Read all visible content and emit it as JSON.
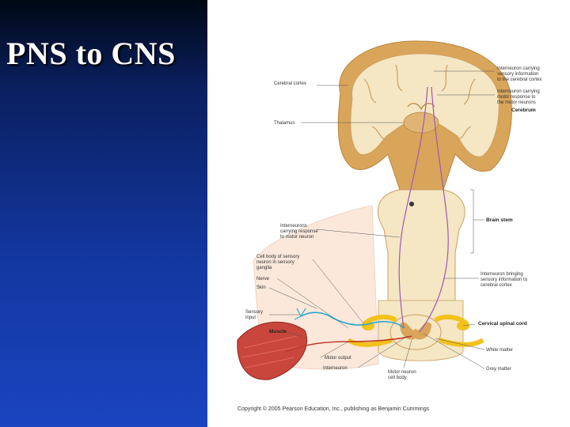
{
  "slide": {
    "title": "PNS to CNS",
    "copyright": "Copyright © 2005 Pearson Education, Inc., publishing as Benjamin Cummings"
  },
  "labels": {
    "cerebral_cortex": "Cerebral cortex",
    "thalamus": "Thalamus",
    "interneuron_sensory_1": "Interneuron carrying",
    "interneuron_sensory_2": "sensory information",
    "interneuron_sensory_3": "to the cerebral cortex",
    "interneuron_motor_1": "Interneuron carrying",
    "interneuron_motor_2": "motor response to",
    "interneuron_motor_3": "the motor neurons",
    "cerebrum": "Cerebrum",
    "brain_stem": "Brain stem",
    "interneurons_motor_1": "Interneurons",
    "interneurons_motor_2": "carrying response",
    "interneurons_motor_3": "to motor neuron",
    "cell_body_1": "Cell body of sensory",
    "cell_body_2": "neuron in sensory",
    "cell_body_3": "ganglia",
    "nerve": "Nerve",
    "skin": "Skin",
    "interneuron_bringing_1": "Interneuron bringing",
    "interneuron_bringing_2": "sensory information to",
    "interneuron_bringing_3": "cerebral cortex",
    "sensory_input_1": "Sensory",
    "sensory_input_2": "input",
    "muscle": "Muscle",
    "cervical_spinal_cord": "Cervical spinal cord",
    "white_matter": "White matter",
    "motor_output": "Motor output",
    "interneuron": "Interneuron",
    "motor_neuron_1": "Motor neuron",
    "motor_neuron_2": "cell body",
    "grey_matter": "Grey matter"
  },
  "colors": {
    "brain_outer": "#d9a55a",
    "brain_inner": "#f5e6c4",
    "sensory_neuron": "#2aa7c9",
    "motor_neuron": "#c0392b",
    "interneuron": "#9b59b6",
    "nerve": "#f2c21b",
    "panel_blue": "#1337a0"
  }
}
